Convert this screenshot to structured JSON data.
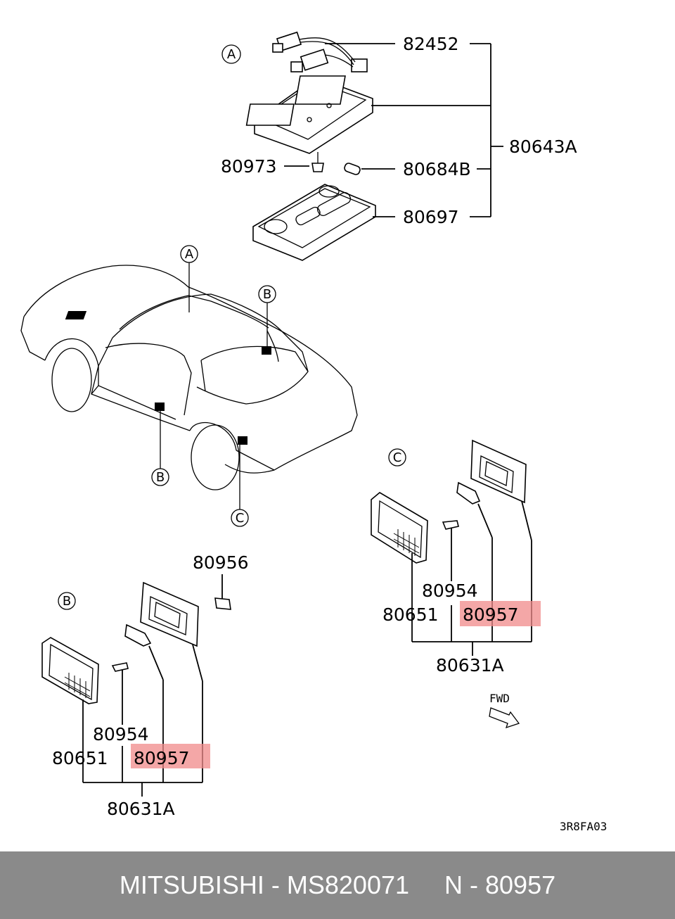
{
  "callouts": {
    "a": "A",
    "b": "B",
    "c": "C"
  },
  "parts": {
    "p82452": "82452",
    "p80643A": "80643A",
    "p80973": "80973",
    "p80684B": "80684B",
    "p80697": "80697",
    "p80956": "80956",
    "b_80954": "80954",
    "b_80651": "80651",
    "b_80957": "80957",
    "b_80631A": "80631A",
    "c_80954": "80954",
    "c_80651": "80651",
    "c_80957": "80957",
    "c_80631A": "80631A"
  },
  "fwd": "FWD",
  "diagram_code": "3R8FA03",
  "footer": {
    "text": "MITSUBISHI - MS820071     N - 80957"
  },
  "colors": {
    "highlight": "#f08a8a",
    "footer_bg": "#8a8a8a",
    "footer_text": "#ffffff"
  }
}
